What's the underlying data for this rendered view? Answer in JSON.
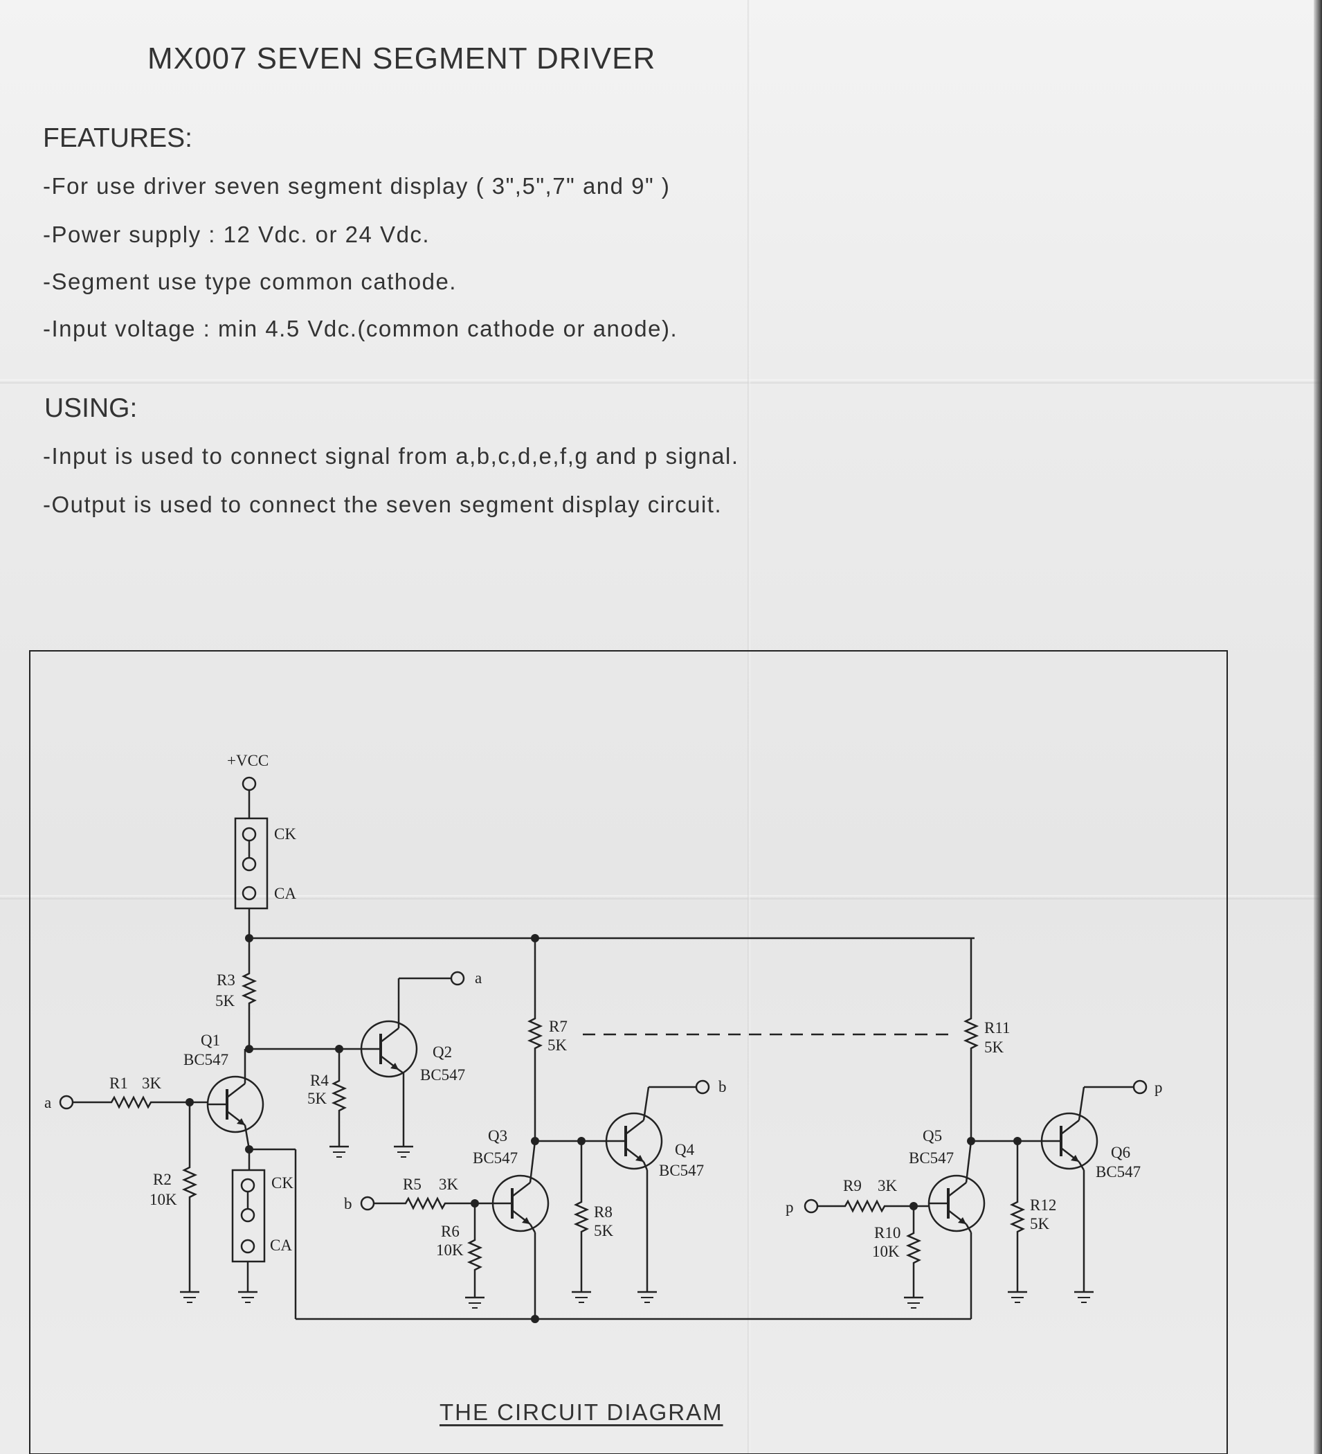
{
  "title": "MX007  SEVEN SEGMENT DRIVER",
  "features": {
    "heading": "FEATURES:",
    "items": [
      "-For use driver seven segment display  ( 3\",5\",7\" and 9\" )",
      "-Power supply : 12 Vdc. or  24 Vdc.",
      "-Segment use type common cathode.",
      "-Input voltage : min 4.5 Vdc.(common cathode or anode)."
    ]
  },
  "using": {
    "heading": "USING:",
    "items": [
      "-Input is used to connect signal from a,b,c,d,e,f,g  and  p  signal.",
      "-Output is used to connect the seven segment display circuit."
    ]
  },
  "circuit": {
    "vcc": "+VCC",
    "jumper_top": {
      "ck": "CK",
      "ca": "CA"
    },
    "jumper_bottom": {
      "ck": "CK",
      "ca": "CA"
    },
    "terminals": {
      "in_a": "a",
      "in_b": "b",
      "in_p": "p",
      "out_a": "a",
      "out_b": "b",
      "out_p": "p"
    },
    "resistors": {
      "r1": {
        "name": "R1",
        "value": "3K"
      },
      "r2": {
        "name": "R2",
        "value": "10K"
      },
      "r3": {
        "name": "R3",
        "value": "5K"
      },
      "r4": {
        "name": "R4",
        "value": "5K"
      },
      "r5": {
        "name": "R5",
        "value": "3K"
      },
      "r6": {
        "name": "R6",
        "value": "10K"
      },
      "r7": {
        "name": "R7",
        "value": "5K"
      },
      "r8": {
        "name": "R8",
        "value": "5K"
      },
      "r9": {
        "name": "R9",
        "value": "3K"
      },
      "r10": {
        "name": "R10",
        "value": "10K"
      },
      "r11": {
        "name": "R11",
        "value": "5K"
      },
      "r12": {
        "name": "R12",
        "value": "5K"
      }
    },
    "transistors": {
      "q1": {
        "name": "Q1",
        "type": "BC547"
      },
      "q2": {
        "name": "Q2",
        "type": "BC547"
      },
      "q3": {
        "name": "Q3",
        "type": "BC547"
      },
      "q4": {
        "name": "Q4",
        "type": "BC547"
      },
      "q5": {
        "name": "Q5",
        "type": "BC547"
      },
      "q6": {
        "name": "Q6",
        "type": "BC547"
      }
    },
    "caption": "THE  CIRCUIT  DIAGRAM"
  }
}
